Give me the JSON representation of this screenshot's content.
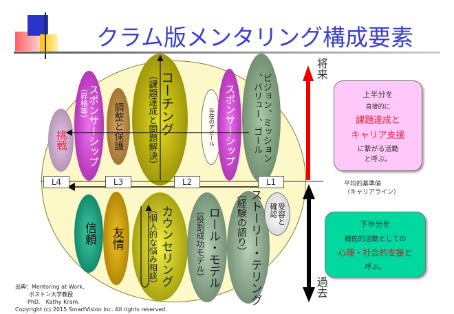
{
  "title": "クラム版メンタリング構成要素",
  "levels": [
    "L4",
    "L3",
    "L2",
    "L1"
  ],
  "upper": {
    "challenge": "挑戦",
    "sponsorship_promo": "スポンサーシップ",
    "sponsorship_promo_sub": "（昇格等）",
    "adjust": "調整と保護",
    "coaching": "コーチング",
    "coaching_sub": "（課題達成と問題解決）",
    "appeal": "存在のアピール",
    "sponsorship": "スポンサーシップ",
    "vision": "ビジョン、ミッション",
    "vision2": "、バリュー、ゴール"
  },
  "lower": {
    "trust": "信頼",
    "friendship": "友情",
    "counseling": "カウンセリング",
    "counseling_sub": "（個人的な悩み相談）",
    "role_model": "ロール・モデル",
    "role_model_sub": "（役割成功モデル）",
    "story": "ストーリー・テリング",
    "story_sub": "（経験の語り）",
    "accept": "受容と",
    "accept2": "確認"
  },
  "axis": {
    "future": "将来",
    "past": "過去",
    "baseline": "平均的基準値",
    "baseline_sub": "（キャリアライン）"
  },
  "upper_box": {
    "l1": "上半分を",
    "l2": "直接的に",
    "l3": "課題達成と",
    "l4": "キャリア支援",
    "l5": "に繋がる活動",
    "l6": "と呼ぶ。"
  },
  "lower_box": {
    "l1": "下半分を",
    "l2": "補佐的活動としての",
    "l3": "心理・社会的支援",
    "l3b": "と",
    "l4": "呼ぶ。"
  },
  "footer": {
    "l1": "出典：Mentoring at Work,",
    "l2": "ボストン大学教授",
    "l3": "PhD.　Kathy Kram.",
    "l4": "Copyright (c) 2015 SmartVision Inc. All rights reserved."
  },
  "colors": {
    "title": "#3a3fc8",
    "accent_red": "#e8223a",
    "pink_box": "#ffc8f8",
    "green_box": "#00d8a0"
  }
}
